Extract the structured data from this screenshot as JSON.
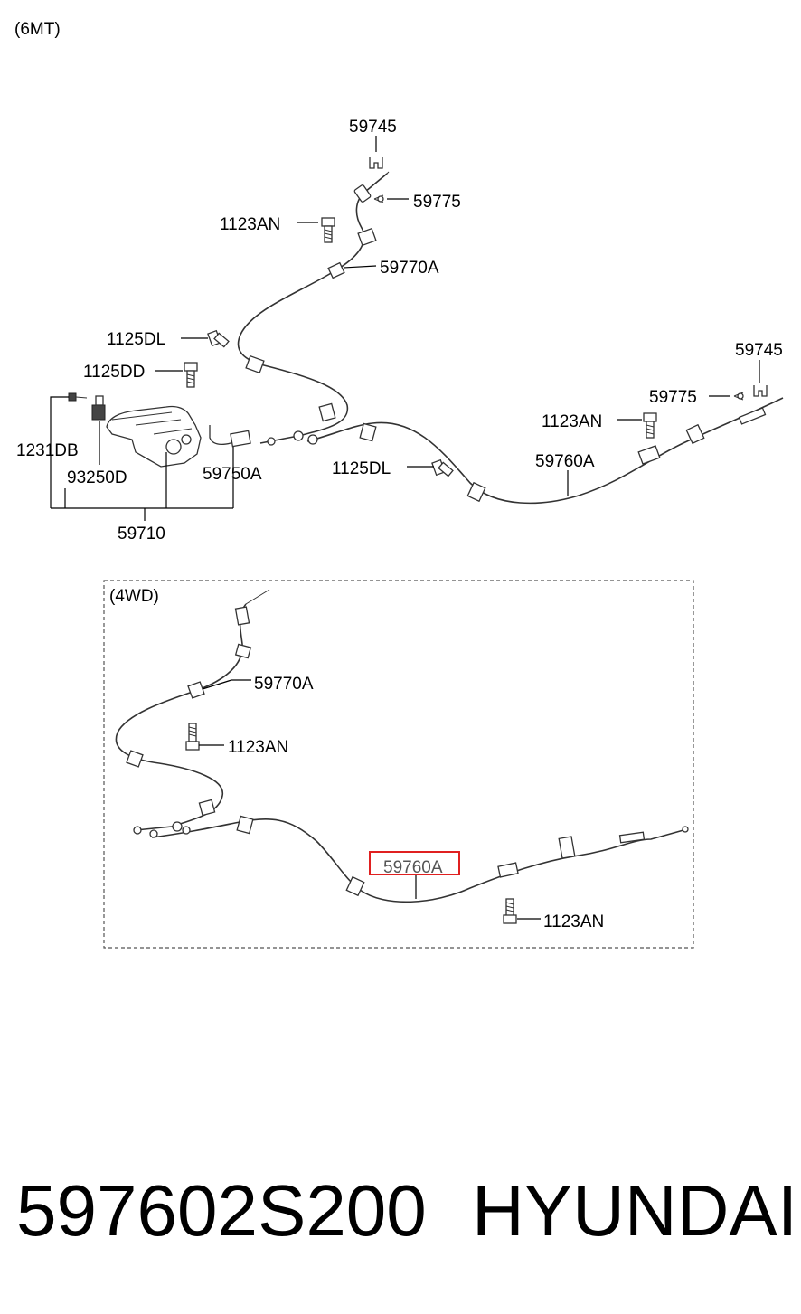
{
  "variant_6mt": "(6MT)",
  "variant_4wd": "(4WD)",
  "labels_6mt": {
    "p59745_top": "59745",
    "p59775_top": "59775",
    "p1123an_top": "1123AN",
    "p59770a_top": "59770A",
    "p1125dl_left": "1125DL",
    "p1125dd": "1125DD",
    "p1231db": "1231DB",
    "p93250d": "93250D",
    "p59750a": "59750A",
    "p59710": "59710",
    "p1125dl_mid": "1125DL",
    "p59760a": "59760A",
    "p1123an_right": "1123AN",
    "p59775_right": "59775",
    "p59745_right": "59745"
  },
  "labels_4wd": {
    "p59770a": "59770A",
    "p1123an_mid": "1123AN",
    "p59760a_highlight": "59760A",
    "p1123an_bottom": "1123AN"
  },
  "highlight_color": "#e02020",
  "part_number": "597602S200",
  "brand": "HYUNDAI"
}
